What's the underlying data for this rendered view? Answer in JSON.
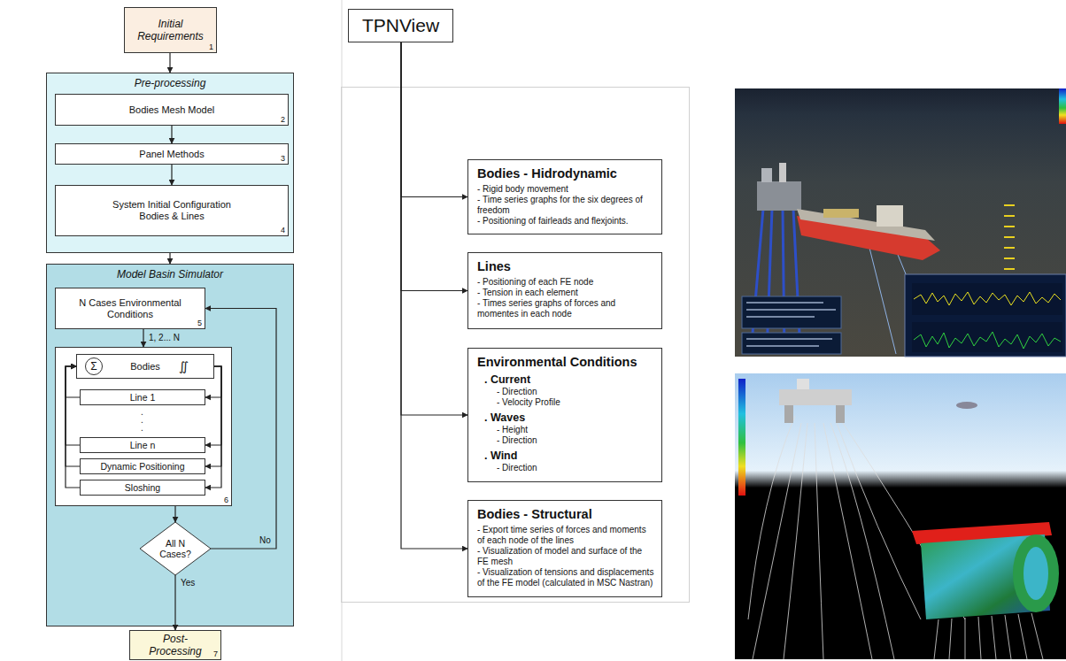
{
  "diagram": {
    "nodes": [
      {
        "text": [
          "Initial Requirements",
          "1"
        ]
      },
      {
        "text": [
          "Pre-processing"
        ]
      },
      {
        "text": [
          "Bodies Mesh Model",
          "2"
        ],
        "in": 1
      },
      {
        "text": [
          "Panel Methods",
          "3"
        ],
        "in": 1
      },
      {
        "text": [
          "System Initial Configuration Bodies & Lines",
          "4"
        ],
        "in": 1
      },
      {
        "text": [
          "Model Basin Simulator"
        ]
      },
      {
        "text": [
          "N Cases Environmental Conditions",
          "5"
        ],
        "in": 5
      },
      {
        "text": [
          "6"
        ],
        "in": 5
      },
      {
        "text": [
          "Bodies",
          "∬"
        ],
        "in": 7
      },
      {
        "text": [
          "Σ"
        ],
        "in": 8
      },
      {
        "text": [
          "Line 1"
        ],
        "in": 7
      },
      {
        "text": [
          "Line n"
        ],
        "in": 7
      },
      {
        "text": [
          "Dynamic Positioning"
        ],
        "in": 7
      },
      {
        "text": [
          "Sloshing"
        ],
        "in": 7
      },
      {
        "text": [
          "All N Cases?"
        ],
        "in": 5
      },
      {
        "text": [
          "Post-Processing",
          "7"
        ]
      },
      {
        "text": [
          "TPNView"
        ]
      },
      {
        "text": [
          "Bodies - Hidrodynamic",
          "- Rigid body movement",
          "- Time series graphs for the six degrees of freedom",
          "- Positioning of fairleads and flexjoints."
        ]
      },
      {
        "text": [
          "Lines",
          "- Positioning of each FE node",
          "- Tension in each element",
          "- Times series graphs of forces and momentes in each node"
        ]
      },
      {
        "text": [
          "Environmental Conditions",
          ". Current",
          "- Direction",
          "- Velocity Profile",
          ". Waves",
          "- Height",
          "- Direction",
          ". Wind",
          "- Direction"
        ]
      },
      {
        "text": [
          "Bodies - Structural",
          "- Export time series of forces and moments of each node of the lines",
          "- Visualization of model and surface of the FE mesh",
          "- Visualization of tensions and displacements of the FE model (calculated in MSC Nastran)"
        ]
      }
    ],
    "edges": [
      {
        "from": 0,
        "to": 1,
        "arrow": "to"
      },
      {
        "from": 2,
        "to": 3,
        "arrow": "to"
      },
      {
        "from": 3,
        "to": 4,
        "arrow": "to"
      },
      {
        "from": 1,
        "to": 5,
        "arrow": "to"
      },
      {
        "from": 6,
        "to": 7,
        "label": "1, 2... N",
        "arrow": "to"
      },
      {
        "from": 8,
        "to": 10,
        "arrow": "to"
      },
      {
        "from": 8,
        "to": 11,
        "arrow": "to"
      },
      {
        "from": 8,
        "to": 12,
        "arrow": "to"
      },
      {
        "from": 8,
        "to": 13,
        "arrow": "to"
      },
      {
        "from": 10,
        "to": 8,
        "arrow": "to"
      },
      {
        "from": 11,
        "to": 8,
        "arrow": "to"
      },
      {
        "from": 12,
        "to": 8,
        "arrow": "to"
      },
      {
        "from": 13,
        "to": 8,
        "arrow": "to"
      },
      {
        "from": 7,
        "to": 14,
        "arrow": "to"
      },
      {
        "from": 14,
        "to": 6,
        "label": "No",
        "arrow": "to"
      },
      {
        "from": 14,
        "to": 15,
        "label": "Yes",
        "arrow": "to"
      },
      {
        "from": 16,
        "to": 17,
        "arrow": "to"
      },
      {
        "from": 16,
        "to": 18,
        "arrow": "to"
      },
      {
        "from": 16,
        "to": 19,
        "arrow": "to"
      },
      {
        "from": 16,
        "to": 20,
        "arrow": "to"
      }
    ],
    "labels": [
      ".",
      ".",
      "."
    ]
  }
}
